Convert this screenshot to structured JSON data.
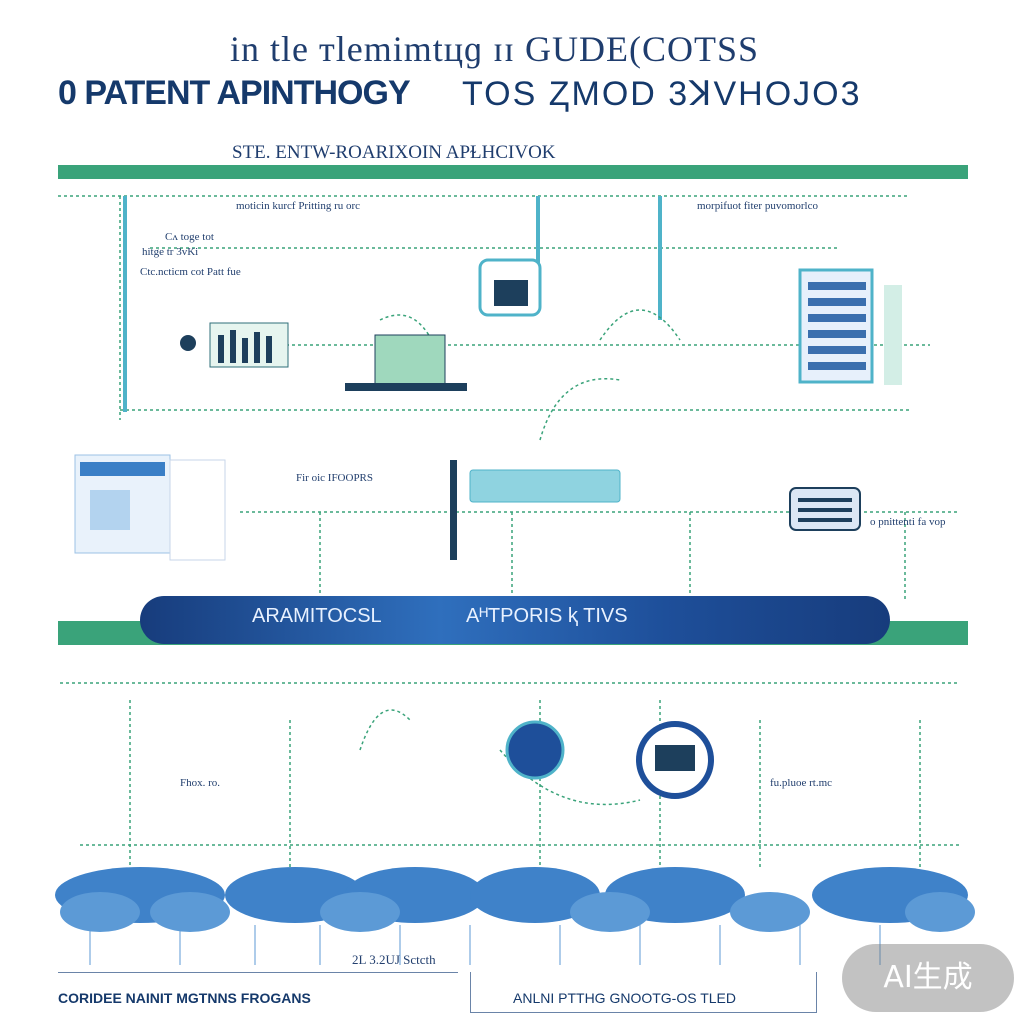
{
  "title": {
    "line1": "in tle тlemimtцɡ ɪɪ GUDE(COTSS",
    "line2_bold": "0 PATENT APINTHOGY",
    "line2_rest": "TOS  ⱫMOD 3ꓘVHOJO3"
  },
  "subtitle": "STE. ENTW-ROARIXOIN APⱢHCIVOK",
  "band_label_left": "ARAMITOCSL",
  "band_label_right": "AᴴTPORIS ⱪ TIVS",
  "labels": {
    "top_center_note": "moticin kurcf Pritting ru orc",
    "top_right_note": "morpifuot fiter puvomorlco",
    "left_note_1": "Cᴧ toge tot",
    "left_note_2": "hitge tr 3vKi",
    "left_note_3": "Ctc.ncticm cot Patt fue",
    "mid_left_note": "Fir oic IFOOPRS",
    "mid_right_note": "o pnittenti fa vop",
    "lower_left_note": "Fhox. ro.",
    "lower_right_note": "fu.pluoe rt.mc",
    "bottom_mid_note": "2L 3.2UJ Sctcth"
  },
  "footer": {
    "left": "CORIDEE NAINIT MGTNNS FROGANS",
    "right": "ANLNI PTTHG GNOOTG-OS TLED"
  },
  "badge": "AI生成",
  "colors": {
    "green_band": "#3aa37a",
    "navy": "#15396b",
    "blue": "#2f6fbd",
    "teal": "#4fb3c9",
    "dotted": "#3aa37a"
  }
}
